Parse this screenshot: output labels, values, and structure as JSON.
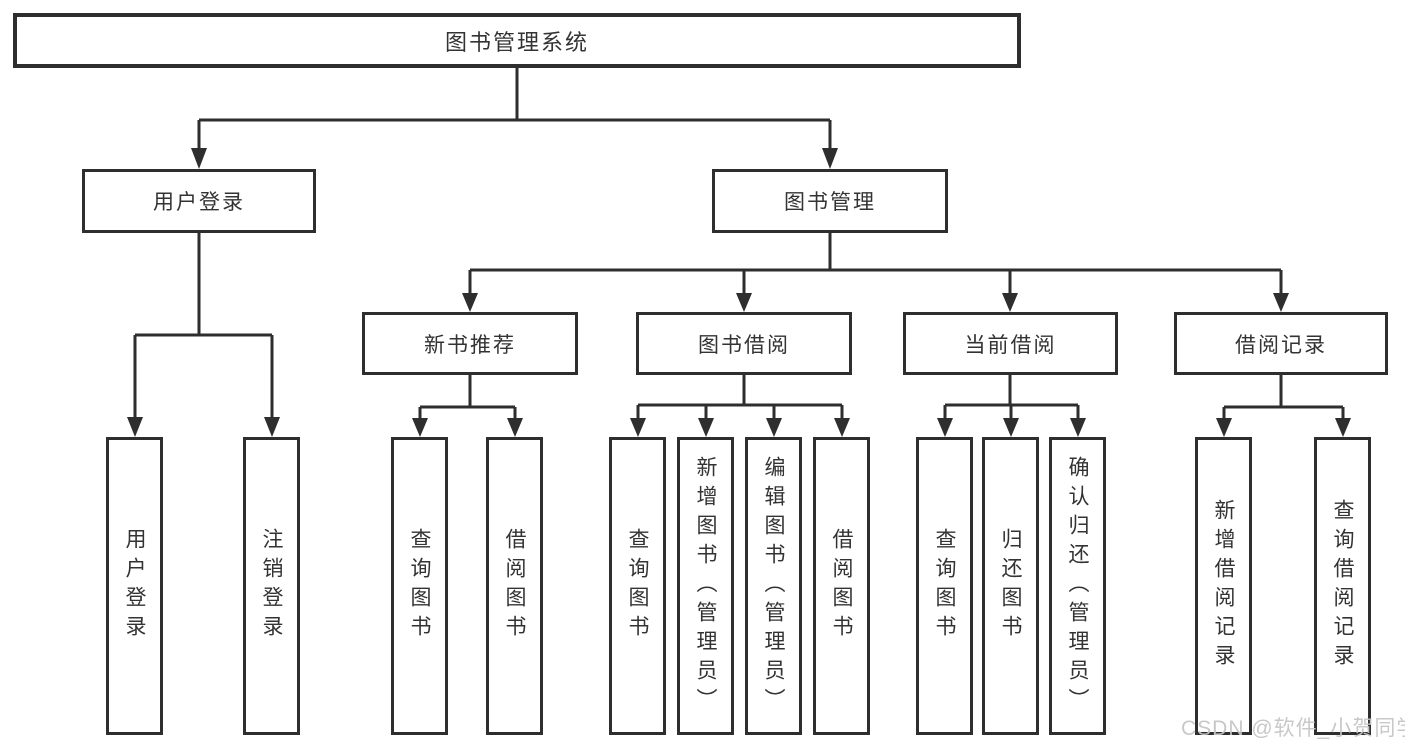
{
  "tree": {
    "root": {
      "label": "图书管理系统"
    },
    "branches": [
      {
        "label": "用户登录",
        "children": [
          {
            "label": "用户登录"
          },
          {
            "label": "注销登录"
          }
        ]
      },
      {
        "label": "图书管理",
        "children": [
          {
            "label": "新书推荐",
            "children": [
              {
                "label": "查询图书"
              },
              {
                "label": "借阅图书"
              }
            ]
          },
          {
            "label": "图书借阅",
            "children": [
              {
                "label": "查询图书"
              },
              {
                "label": "新增图书（管理员）"
              },
              {
                "label": "编辑图书（管理员）"
              },
              {
                "label": "借阅图书"
              }
            ]
          },
          {
            "label": "当前借阅",
            "children": [
              {
                "label": "查询图书"
              },
              {
                "label": "归还图书"
              },
              {
                "label": "确认归还（管理员）"
              }
            ]
          },
          {
            "label": "借阅记录",
            "children": [
              {
                "label": "新增借阅记录"
              },
              {
                "label": "查询借阅记录"
              }
            ]
          }
        ]
      }
    ]
  },
  "watermark": {
    "text": "CSDN @软件_小贺同学"
  },
  "colors": {
    "line": "#2e2e2e",
    "text": "#333333",
    "background": "#ffffff",
    "watermark": "#c6c6c6"
  }
}
